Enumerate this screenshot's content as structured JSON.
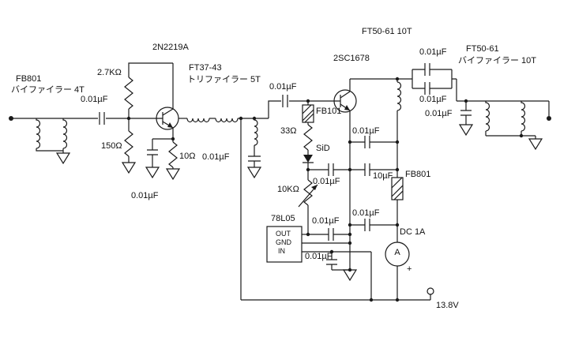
{
  "schematic": {
    "stage1": {
      "t1_name": "FB801",
      "t1_winding": "バイファイラー 4T",
      "c_in": "0.01µF",
      "r_feedback": "2.7KΩ",
      "q1": "2N2219A",
      "r_base": "150Ω",
      "r_emitter": "10Ω",
      "c_emitter": "0.01µF"
    },
    "interstage": {
      "t2_name": "FT37-43",
      "t2_winding": "トリファイラー 5T",
      "c_cold": "0.01µF",
      "c_couple": "0.01µF"
    },
    "stage2": {
      "q2": "2SC1678",
      "fb_base": "FB101",
      "r_bias": "33Ω",
      "d_comp": "SiD",
      "c_bias": "0.01µF",
      "pot": "10KΩ",
      "c_dec_top": "0.01µF",
      "c_dec_mid": "10µF",
      "c_dec_bot": "0.01µF"
    },
    "regulator": {
      "name": "78L05",
      "pin_out": "OUT",
      "pin_gnd": "GND",
      "pin_in": "IN",
      "c_out": "0.01µF",
      "c_in": "0.01µF"
    },
    "output": {
      "t3_name": "FT50-61 10T",
      "c_block_top": "0.01µF",
      "c_block_bot": "0.01µF",
      "t4_name": "FT50-61",
      "t4_winding": "バイファイラー 10T",
      "c_lpf": "0.01µF"
    },
    "power": {
      "fb_out": "FB801",
      "meter_label": "DC 1A",
      "meter_symbol": "A",
      "meter_plus": "+",
      "supply": "13.8V"
    }
  },
  "colors": {
    "wire": "#1a1a1a",
    "text": "#111111",
    "background": "#ffffff"
  }
}
